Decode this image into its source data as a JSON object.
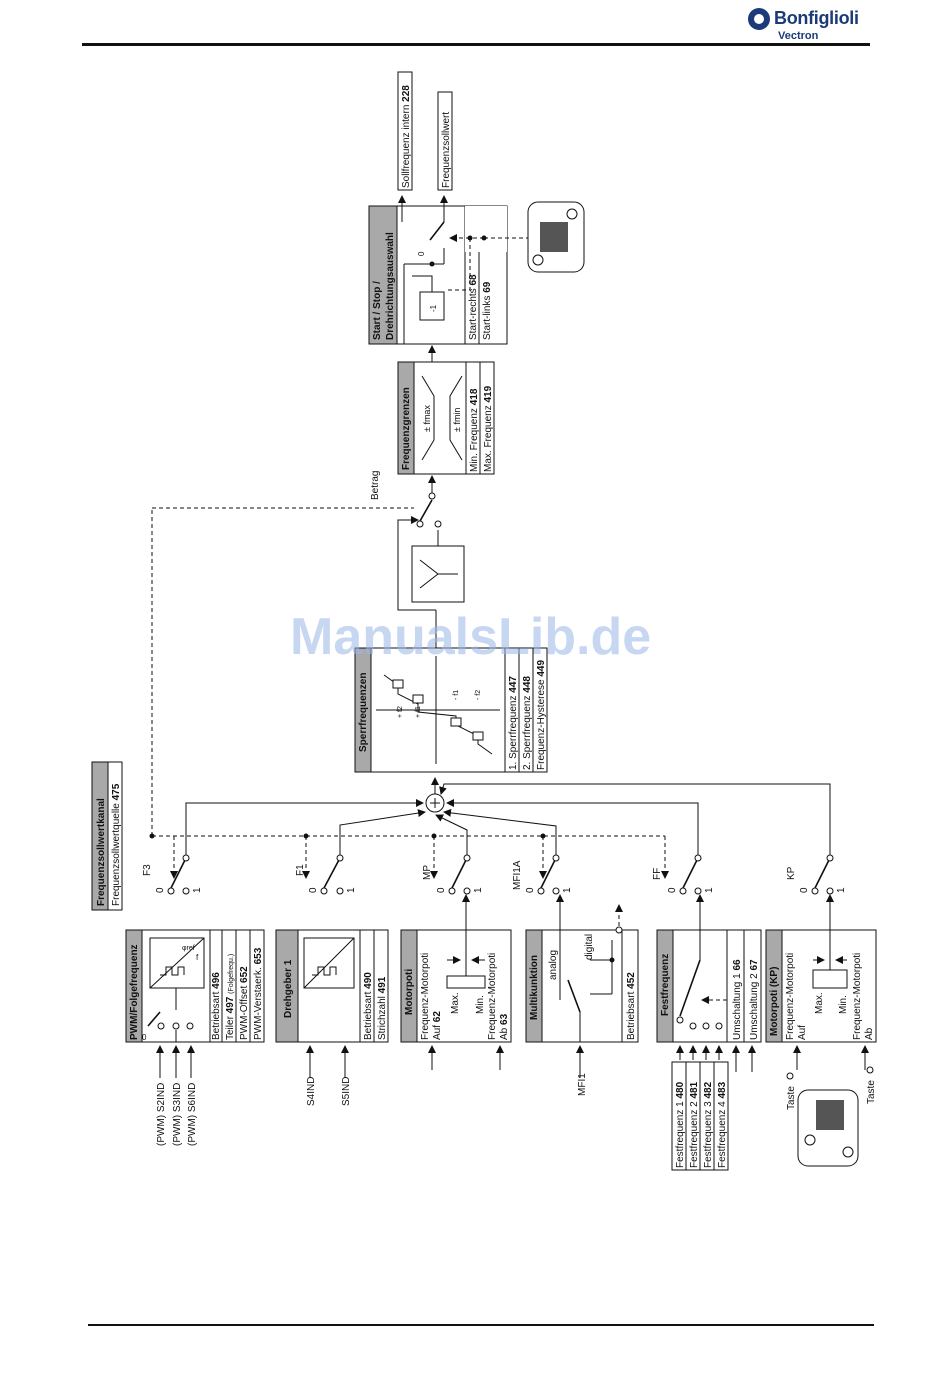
{
  "brand": {
    "name": "Bonfiglioli",
    "sub": "Vectron",
    "watermark": "ManualsLib.de"
  },
  "channel": {
    "title": "Frequenzsollwertkanal",
    "param": "Frequenzsollwertquelle",
    "num": "475"
  },
  "pwm": {
    "title": "PWM/Folgefrequenz",
    "inputs": [
      "(PWM) S2IND",
      "(PWM) S3IND",
      "(PWM) S6IND"
    ],
    "params": [
      {
        "text": "Betriebsart",
        "num": "496"
      },
      {
        "text": "Teiler",
        "num": "497",
        "extra": "(Folgefrequ.)"
      },
      {
        "text": "PWM-Offset",
        "num": "652"
      },
      {
        "text": "PWM-Verstaerk.",
        "num": "653"
      }
    ],
    "sym_fref": "φref",
    "sym_f": "f",
    "sym_zero": "0"
  },
  "encoder": {
    "title": "Drehgeber 1",
    "inputs": [
      "S4IND",
      "S5IND"
    ],
    "params": [
      {
        "text": "Betriebsart",
        "num": "490"
      },
      {
        "text": "Strichzahl",
        "num": "491"
      }
    ]
  },
  "motorpoti": {
    "title": "Motorpoti",
    "auf": "Frequenz-Motorpoti",
    "auf2": "Auf",
    "auf_num": "62",
    "ab": "Frequenz-Motorpoti",
    "ab2": "Ab",
    "ab_num": "63",
    "max": "Max.",
    "min": "Min."
  },
  "multi": {
    "title": "Multikunktion",
    "analog": "analog",
    "digital": "digital",
    "param": "Betriebsart",
    "num": "452",
    "input": "MFI1"
  },
  "fixed": {
    "title": "Festfrequenz",
    "params": [
      {
        "text": "Festfrequenz 1",
        "num": "480"
      },
      {
        "text": "Festfrequenz 2",
        "num": "481"
      },
      {
        "text": "Festfrequenz 3",
        "num": "482"
      },
      {
        "text": "Festfrequenz 4",
        "num": "483"
      }
    ],
    "switch": [
      {
        "text": "Umschaltung 1",
        "num": "66"
      },
      {
        "text": "Umschaltung 2",
        "num": "67"
      }
    ]
  },
  "kp": {
    "title": "Motorpoti (KP)",
    "auf": "Frequenz-Motorpoti",
    "auf2": "Auf",
    "ab": "Frequenz-Motorpoti",
    "ab2": "Ab",
    "max": "Max.",
    "min": "Min.",
    "key_up": "Taste",
    "key_down": "Taste"
  },
  "switches": [
    "F3",
    "F1",
    "MP",
    "MFI1A",
    "FF",
    "KP"
  ],
  "sw_pos": [
    "0",
    "1"
  ],
  "sperr": {
    "title": "Sperrfrequenzen",
    "params": [
      {
        "text": "1. Sperrfrequenz",
        "num": "447"
      },
      {
        "text": "2. Sperrfrequenz",
        "num": "448"
      },
      {
        "text": "Frequenz-Hysterese",
        "num": "449"
      }
    ],
    "marks": [
      "+ f2",
      "+ f1",
      "- f1",
      "- f2"
    ]
  },
  "betrag": "Betrag",
  "limits": {
    "title": "Frequenzgrenzen",
    "fmax": "± fmax",
    "fmin": "± fmin",
    "params": [
      {
        "text": "Min. Frequenz",
        "num": "418"
      },
      {
        "text": "Max. Frequenz",
        "num": "419"
      }
    ]
  },
  "startstop": {
    "title1": "Start / Stop /",
    "title2": "Drehrichtungsauswahl",
    "params": [
      {
        "text": "Start-rechts",
        "num": "68"
      },
      {
        "text": "Start-links",
        "num": "69"
      }
    ],
    "inv": "-1",
    "zero": "0"
  },
  "outputs": [
    {
      "text": "Sollfrequenz intern",
      "num": "228"
    },
    {
      "text": "Frequenzsollwert",
      "num": ""
    }
  ]
}
